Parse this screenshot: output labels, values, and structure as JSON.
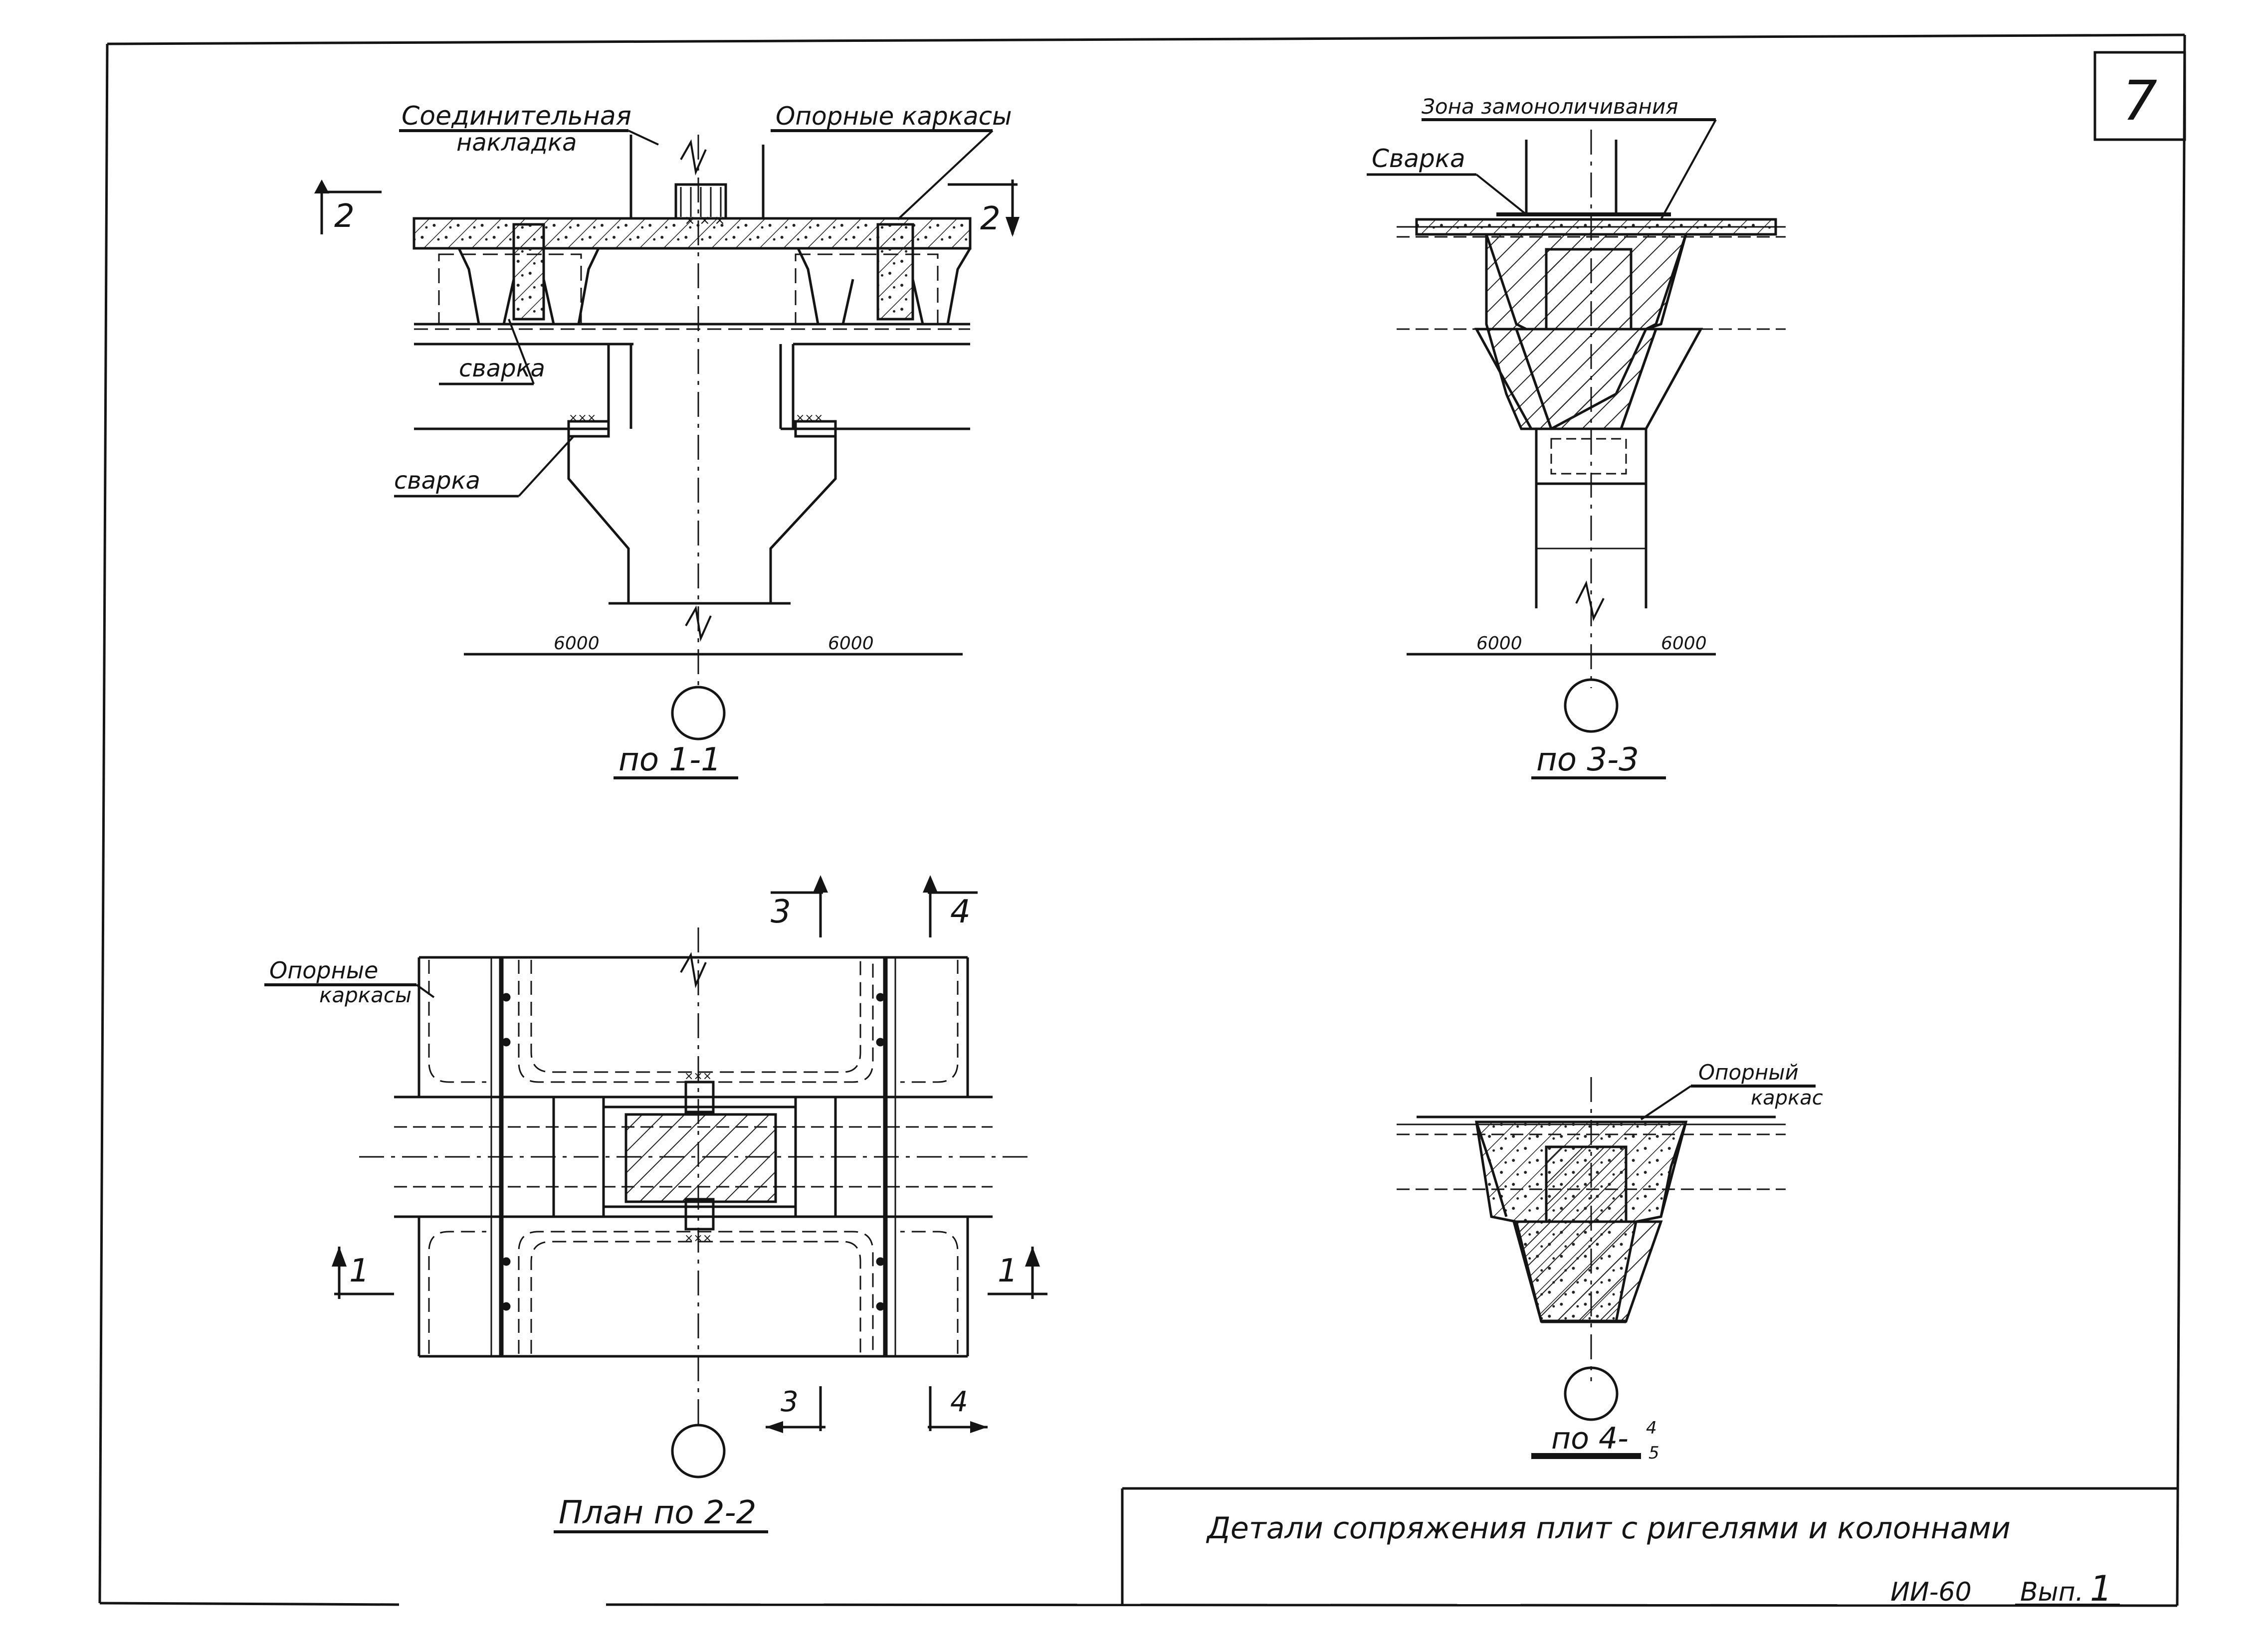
{
  "sheet": {
    "number": "7"
  },
  "labels": {
    "connecting_plate_line1": "Соединительная",
    "connecting_plate_line2": "накладка",
    "support_frames_top": "Опорные каркасы",
    "weld_a": "сварка",
    "weld_b": "сварка",
    "weld_c": "Сварка",
    "monolith_zone": "Зона замоноличивания",
    "support_frames_plan_line1": "Опорные",
    "support_frames_plan_line2": "каркасы",
    "support_frame_small_line1": "Опорный",
    "support_frame_small_line2": "каркас"
  },
  "sections": {
    "s11": "по 1-1",
    "s33": "по 3-3",
    "s22": "План по 2-2",
    "s44": "по 4-",
    "s44_sup": "4",
    "s44_sub": "5"
  },
  "dimensions": {
    "d1": "6000",
    "d2": "6000",
    "d3": "6000",
    "d4": "6000"
  },
  "markers": {
    "m2": "2",
    "m3": "3",
    "m4": "4",
    "m1": "1"
  },
  "title_block": {
    "title": "Детали сопряжения плит с ригелями и колоннами",
    "code": "ИИ-60",
    "issue_label": "Вып.",
    "issue_no": "1"
  }
}
